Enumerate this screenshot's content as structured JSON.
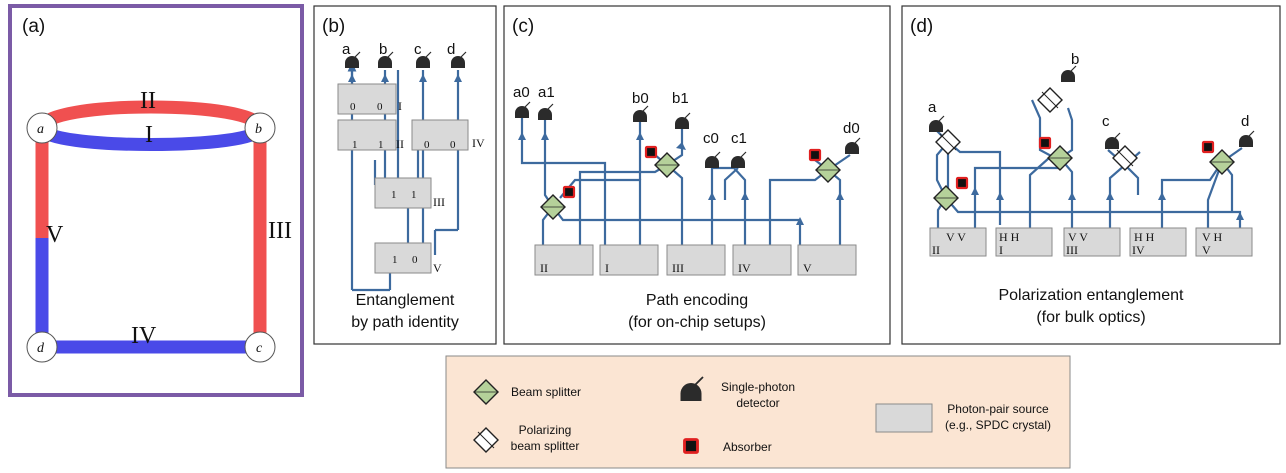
{
  "colors": {
    "red_edge": "#f05050",
    "blue_edge": "#4a4ae8",
    "frame_a": "#7b5ba6",
    "wire": "#3d6a9e",
    "bs_fill": "#b5d19a",
    "legend_bg": "#fbe5d3",
    "absorber": "#e02020",
    "source": "#d9d9d9"
  },
  "panel_a": {
    "label": "(a)",
    "nodes": [
      "a",
      "b",
      "c",
      "d"
    ],
    "edges": [
      "II",
      "I",
      "III",
      "V",
      "IV"
    ]
  },
  "panel_b": {
    "label": "(b)",
    "detectors": [
      "a",
      "b",
      "c",
      "d"
    ],
    "sources": [
      {
        "name": "I",
        "values": [
          "0",
          "0"
        ]
      },
      {
        "name": "II",
        "values": [
          "1",
          "1"
        ]
      },
      {
        "name": "IV",
        "values": [
          "0",
          "0"
        ]
      },
      {
        "name": "III",
        "values": [
          "1",
          "1"
        ]
      },
      {
        "name": "V",
        "values": [
          "1",
          "0"
        ]
      }
    ],
    "caption_line1": "Entanglement",
    "caption_line2": "by path identity"
  },
  "panel_c": {
    "label": "(c)",
    "detectors": [
      "a0",
      "a1",
      "b0",
      "b1",
      "c0",
      "c1",
      "d0"
    ],
    "sources": [
      "II",
      "I",
      "III",
      "IV",
      "V"
    ],
    "caption_line1": "Path encoding",
    "caption_line2": "(for on-chip setups)"
  },
  "panel_d": {
    "label": "(d)",
    "detectors": [
      "a",
      "b",
      "c",
      "d"
    ],
    "sources": [
      {
        "name": "II",
        "pol": "V  V"
      },
      {
        "name": "I",
        "pol": "H  H"
      },
      {
        "name": "III",
        "pol": "V  V"
      },
      {
        "name": "IV",
        "pol": "H  H"
      },
      {
        "name": "V",
        "pol": "V  H"
      }
    ],
    "caption_line1": "Polarization entanglement",
    "caption_line2": "(for bulk optics)"
  },
  "legend": {
    "beam_splitter": "Beam splitter",
    "pbs_line1": "Polarizing",
    "pbs_line2": "beam splitter",
    "detector_line1": "Single-photon",
    "detector_line2": "detector",
    "absorber": "Absorber",
    "source_line1": "Photon-pair source",
    "source_line2": "(e.g., SPDC crystal)"
  }
}
